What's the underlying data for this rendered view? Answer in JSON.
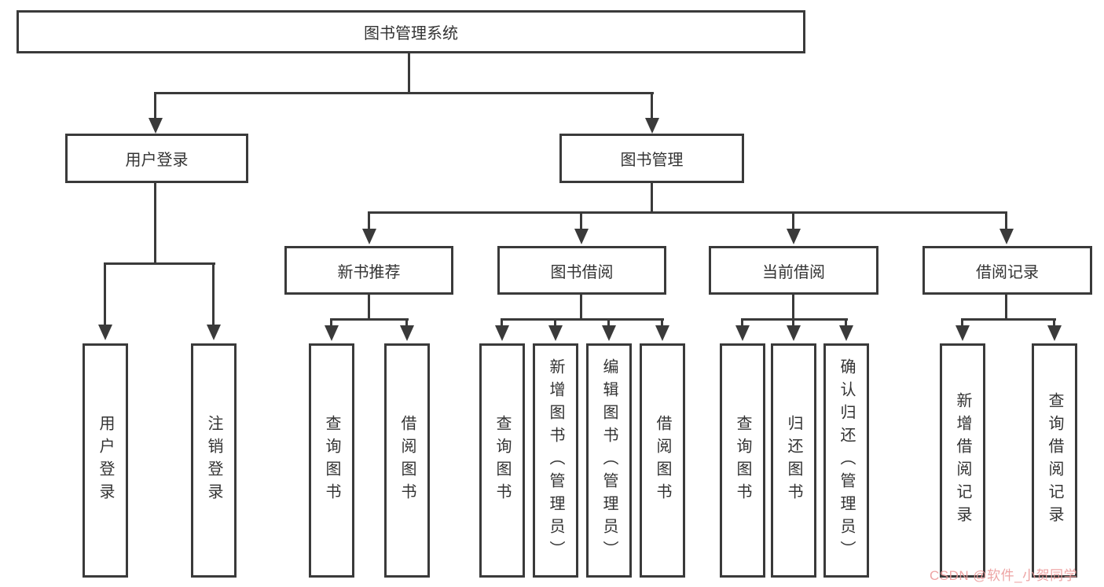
{
  "diagram": {
    "type": "hierarchy-tree",
    "tree": {
      "label": "图书管理系统",
      "children": [
        {
          "label": "用户登录",
          "children": [
            {
              "label": "用户登录"
            },
            {
              "label": "注销登录"
            }
          ]
        },
        {
          "label": "图书管理",
          "children": [
            {
              "label": "新书推荐",
              "children": [
                {
                  "label": "查询图书"
                },
                {
                  "label": "借阅图书"
                }
              ]
            },
            {
              "label": "图书借阅",
              "children": [
                {
                  "label": "查询图书"
                },
                {
                  "label": "新增图书（管理员）"
                },
                {
                  "label": "编辑图书（管理员）"
                },
                {
                  "label": "借阅图书"
                }
              ]
            },
            {
              "label": "当前借阅",
              "children": [
                {
                  "label": "查询图书"
                },
                {
                  "label": "归还图书"
                },
                {
                  "label": "确认归还（管理员）"
                }
              ]
            },
            {
              "label": "借阅记录",
              "children": [
                {
                  "label": "新增借阅记录"
                },
                {
                  "label": "查询借阅记录"
                }
              ]
            }
          ]
        }
      ]
    }
  },
  "watermark": "CSDN @软件_小贺同学",
  "colors": {
    "line": "#3a3a3a",
    "text": "#333333",
    "background": "#ffffff",
    "watermark": "#ec9b9b"
  }
}
